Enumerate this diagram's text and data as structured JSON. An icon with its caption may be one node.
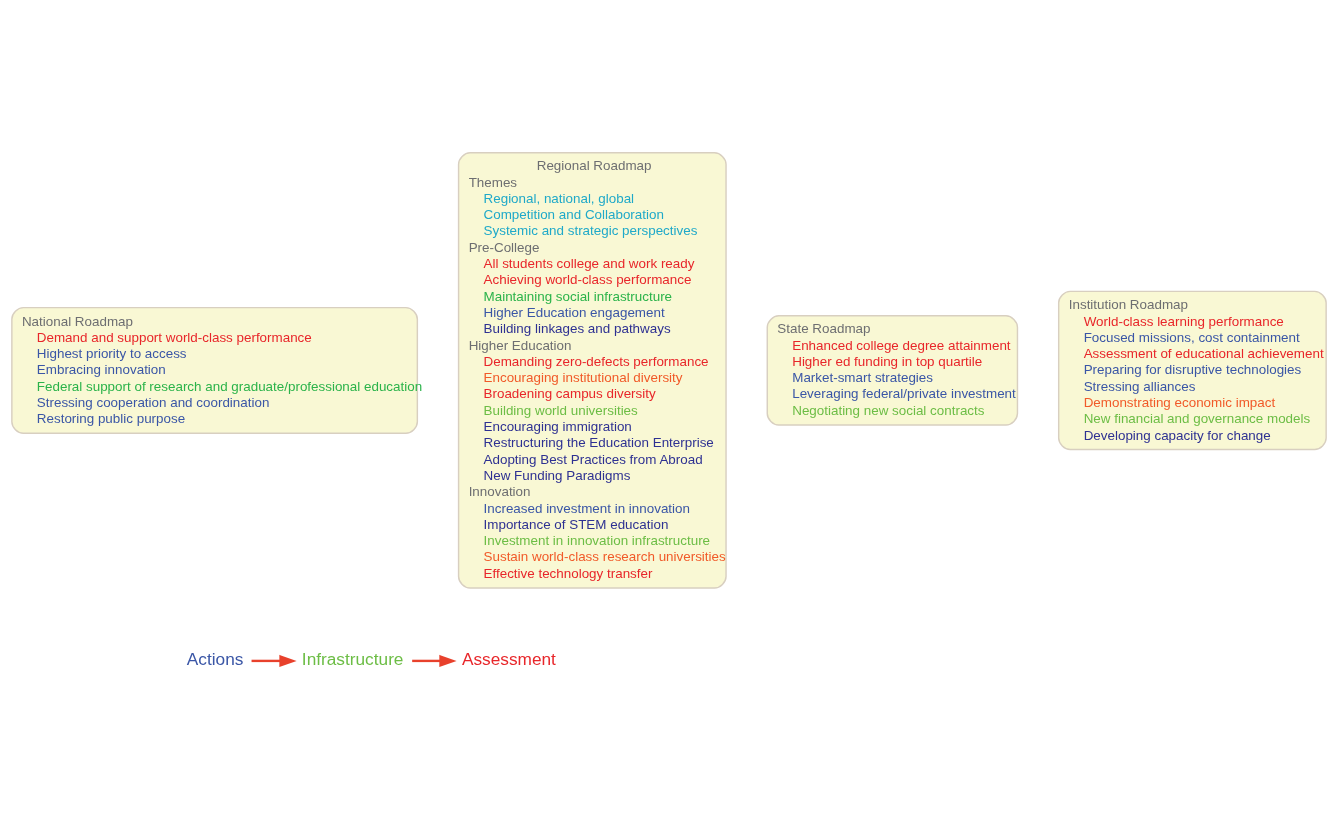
{
  "diagram": {
    "nodes": [
      {
        "text": [
          "National Roadmap",
          "Demand and support world-class performance",
          "Highest priority to access",
          "Embracing innovation",
          "Federal support of research and graduate/professional education",
          "Stressing cooperation and coordination",
          "Restoring public purpose"
        ]
      },
      {
        "text": [
          "Regional Roadmap",
          "Themes",
          "Regional, national, global",
          "Competition and Collaboration",
          "Systemic and strategic perspectives",
          "Pre-College",
          "All students college and work ready",
          "Achieving world-class performance",
          "Maintaining social infrastructure",
          "Higher Education engagement",
          "Building linkages and pathways",
          "Higher Education",
          "Demanding zero-defects performance",
          "Encouraging institutional diversity",
          "Broadening campus diversity",
          "Building world universities",
          "Encouraging immigration",
          "Restructuring the Education Enterprise",
          "Adopting Best Practices from Abroad",
          "New Funding Paradigms",
          "Innovation",
          "Increased investment in innovation",
          "Importance of STEM education",
          "Investment in innovation infrastructure",
          "Sustain world-class research universities",
          "Effective technology transfer"
        ]
      },
      {
        "text": [
          "State Roadmap",
          "Enhanced college degree attainment",
          "Higher ed funding in top quartile",
          "Market-smart strategies",
          "Leveraging federal/private investment",
          "Negotiating new social contracts"
        ]
      },
      {
        "text": [
          "Institution Roadmap",
          "World-class learning performance",
          "Focused missions, cost containment",
          "Assessment of educational achievement",
          "Preparing for disruptive technologies",
          "Stressing alliances",
          "Demonstrating economic impact",
          "New financial and governance models",
          "Developing capacity for change"
        ]
      },
      {
        "text": [
          "Actions"
        ]
      },
      {
        "text": [
          "Infrastructure"
        ]
      },
      {
        "text": [
          "Assessment"
        ]
      }
    ],
    "edges": [
      {
        "from": 4,
        "to": 5,
        "arrow": "to"
      },
      {
        "from": 5,
        "to": 6,
        "arrow": "to"
      }
    ]
  }
}
